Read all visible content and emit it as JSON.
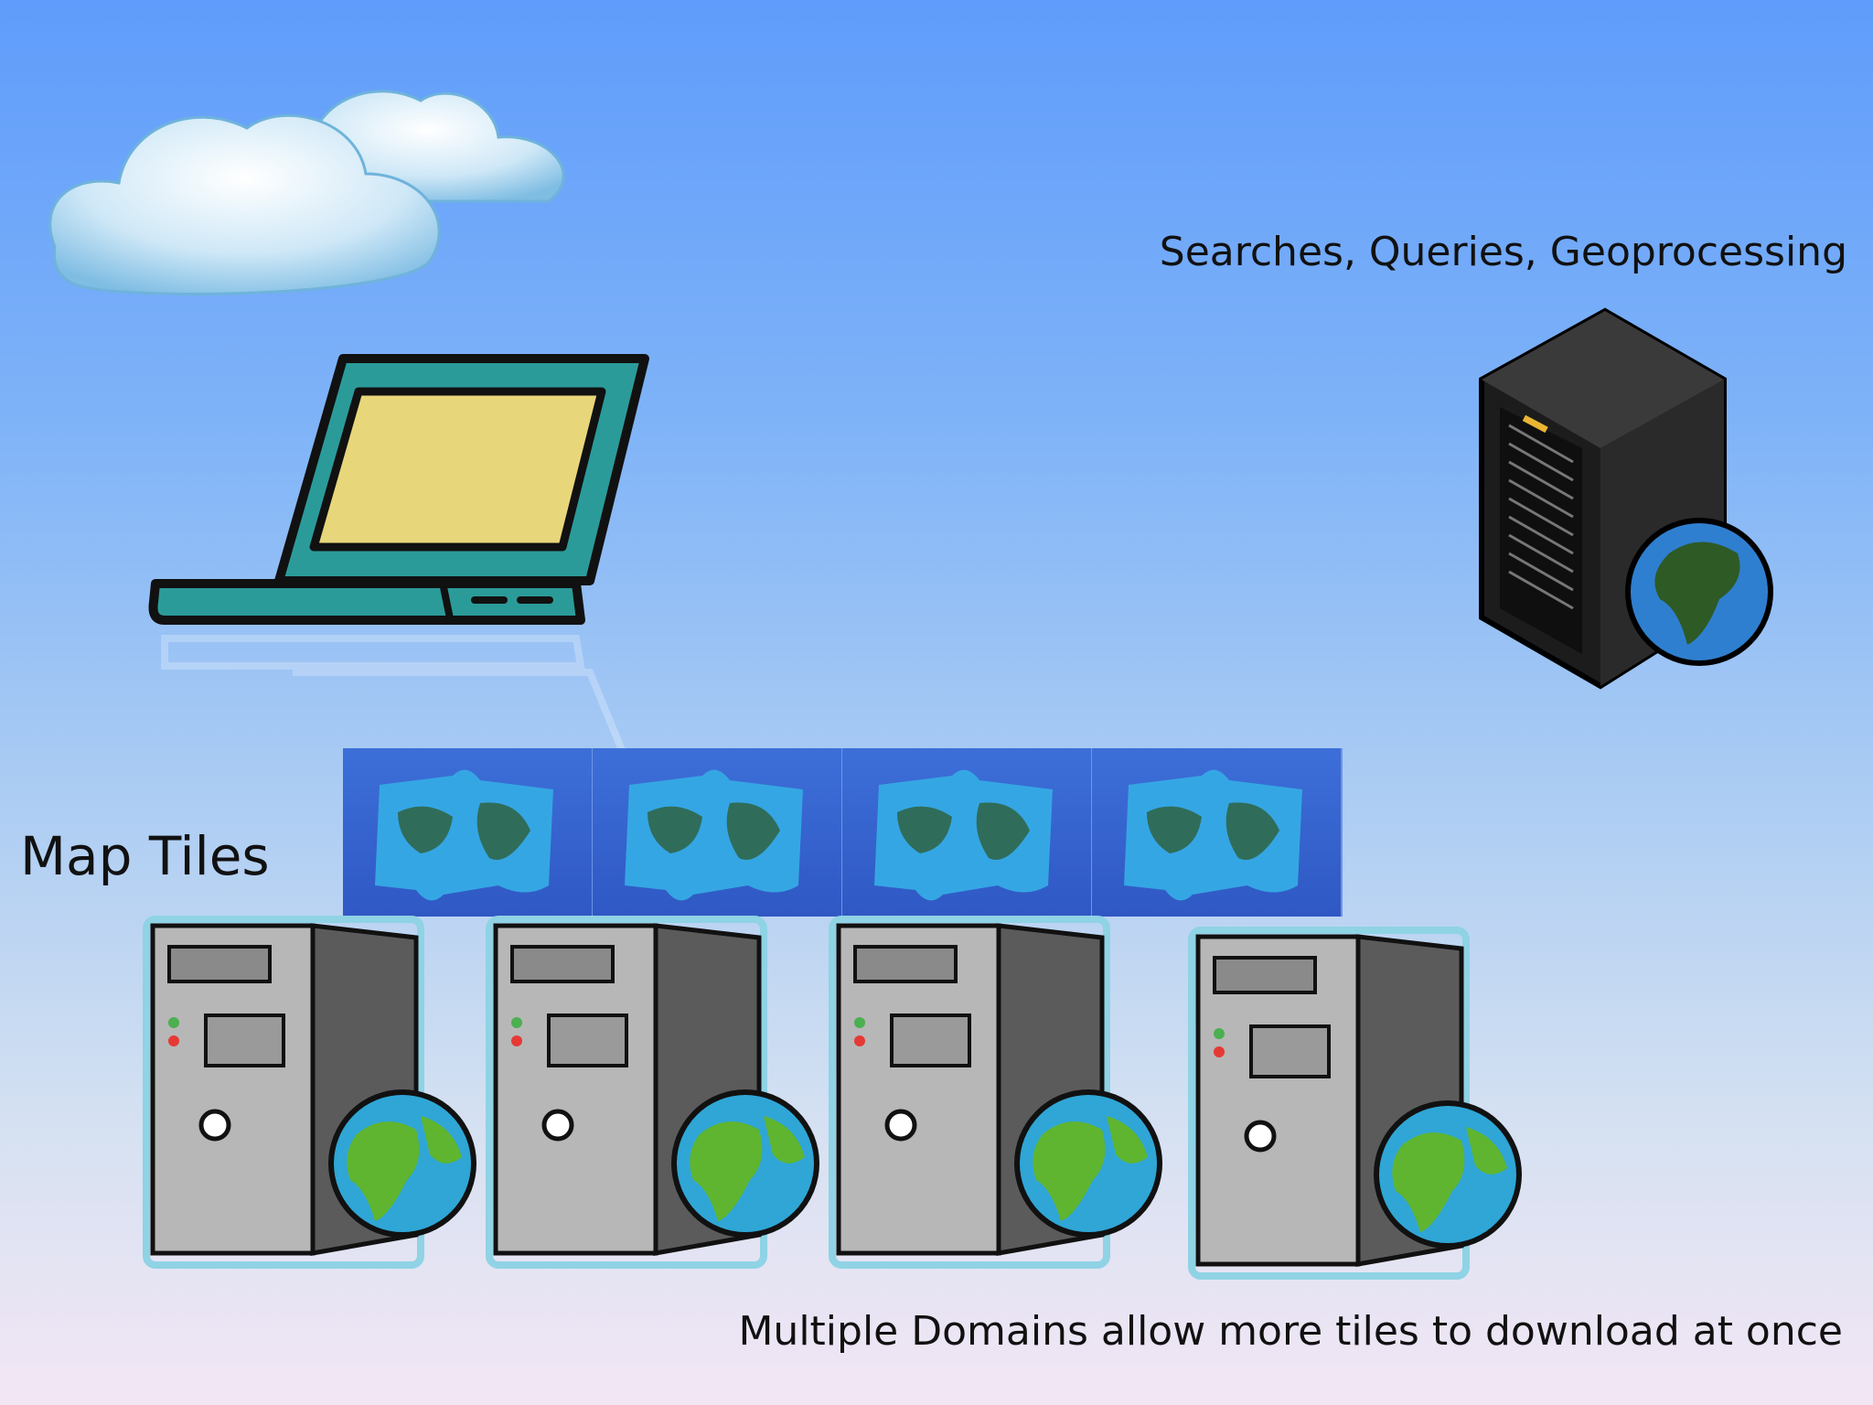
{
  "labels": {
    "geoprocessing": "Searches, Queries, Geoprocessing",
    "map_tiles": "Map Tiles",
    "domains": "Multiple Domains allow more tiles to download at once"
  },
  "icons": {
    "clouds": "cloud-icon",
    "laptop": "laptop-icon",
    "geo_server": "server-rack-globe-icon",
    "map_tile": "puzzle-world-map-icon",
    "tile_server": "tower-server-globe-icon"
  },
  "colors": {
    "laptop_body": "#2b9b9a",
    "laptop_screen": "#e8d67a",
    "tile_bg": "#3566d0",
    "globe_water": "#2fa6d6",
    "globe_land": "#5fb52f"
  }
}
